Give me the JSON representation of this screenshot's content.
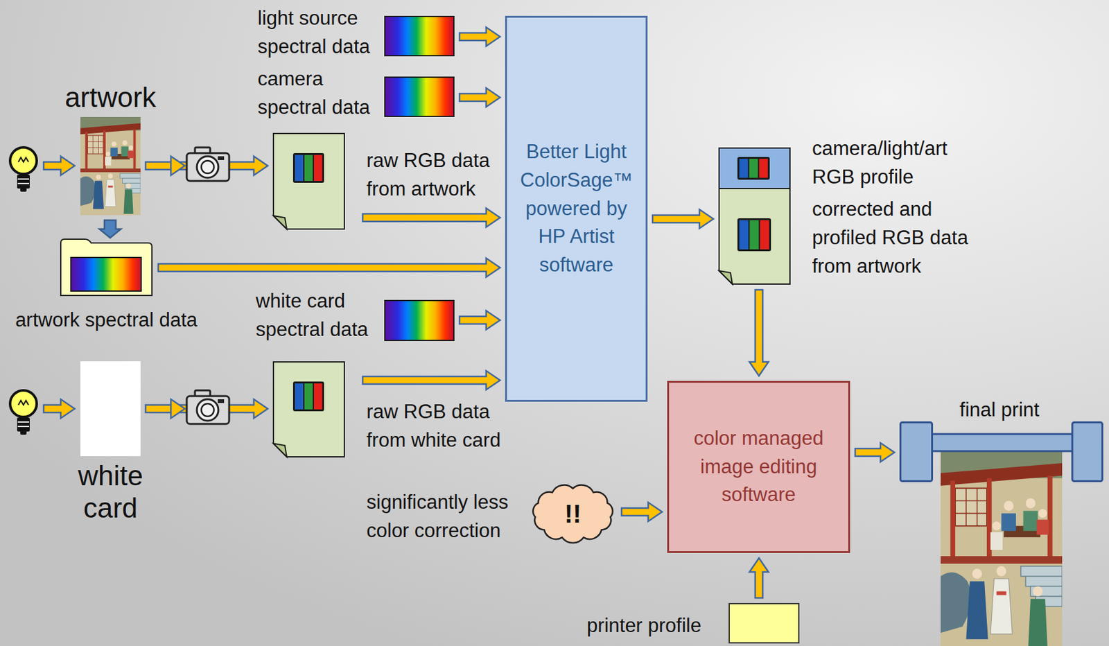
{
  "diagram": {
    "nodes": [
      {
        "text": [
          "light source spectral data"
        ]
      },
      {
        "text": [
          "camera spectral data"
        ]
      },
      {
        "text": [
          "artwork"
        ]
      },
      {
        "text": [
          "raw RGB data from artwork"
        ]
      },
      {
        "text": [
          "Better Light ColorSage™ powered by HP Artist software"
        ]
      },
      {
        "text": [
          "camera/light/art RGB profile",
          "corrected and profiled RGB data from artwork"
        ]
      },
      {
        "text": [
          "artwork spectral data"
        ]
      },
      {
        "text": [
          "white card spectral data"
        ]
      },
      {
        "text": [
          "white card"
        ]
      },
      {
        "text": [
          "raw RGB data from white card"
        ]
      },
      {
        "text": [
          "significantly less color correction",
          "!!"
        ]
      },
      {
        "text": [
          "color managed image editing software"
        ]
      },
      {
        "text": [
          "final print"
        ]
      },
      {
        "text": [
          "printer profile"
        ]
      }
    ],
    "edges": [
      {
        "from": 0,
        "to": 4,
        "arrow": "to"
      },
      {
        "from": 1,
        "to": 4,
        "arrow": "to"
      },
      {
        "from": 2,
        "to": 3,
        "arrow": "to"
      },
      {
        "from": 3,
        "to": 4,
        "arrow": "to"
      },
      {
        "from": 2,
        "to": 6,
        "arrow": "to"
      },
      {
        "from": 6,
        "to": 4,
        "arrow": "to"
      },
      {
        "from": 7,
        "to": 4,
        "arrow": "to"
      },
      {
        "from": 8,
        "to": 9,
        "arrow": "to"
      },
      {
        "from": 9,
        "to": 4,
        "arrow": "to"
      },
      {
        "from": 4,
        "to": 5,
        "arrow": "to"
      },
      {
        "from": 5,
        "to": 11,
        "arrow": "to"
      },
      {
        "from": 10,
        "to": 11,
        "arrow": "to"
      },
      {
        "from": 13,
        "to": 11,
        "arrow": "to"
      },
      {
        "from": 11,
        "to": 12,
        "arrow": "to"
      }
    ]
  }
}
